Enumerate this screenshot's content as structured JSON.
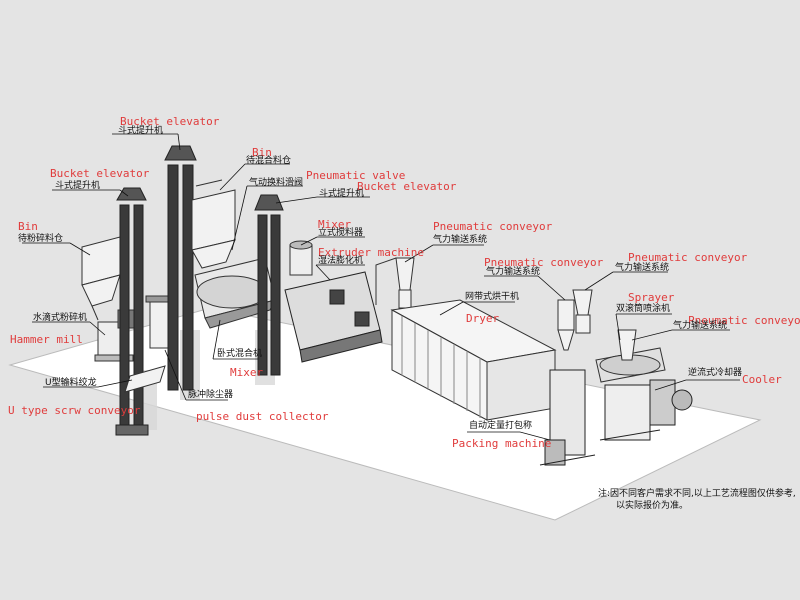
{
  "labels": {
    "bucket_elevator_1_en": "Bucket elevator",
    "bucket_elevator_1_zh": "斗式提升机",
    "bucket_elevator_2_en": "Bucket elevator",
    "bucket_elevator_2_zh": "斗式提升机",
    "bucket_elevator_3_en": "Bucket elevator",
    "bucket_elevator_3_zh": "斗式提升机",
    "bin_1_en": "Bin",
    "bin_1_zh": "待粉碎料仓",
    "bin_2_en": "Bin",
    "bin_2_zh": "待混合料仓",
    "pneumatic_valve_en": "Pneumatic valve",
    "pneumatic_valve_zh": "气动换料滑阀",
    "mixer_top_en": "Mixer",
    "mixer_top_zh": "立式搅料器",
    "extruder_en": "Extruder machine",
    "extruder_zh": "湿法膨化机",
    "hammer_mill_en": "Hammer mill",
    "hammer_mill_zh": "水滴式粉碎机",
    "u_conveyor_en": "U type scrw conveyor",
    "u_conveyor_zh": "U型输料绞龙",
    "mixer_bottom_en": "Mixer",
    "mixer_bottom_zh": "卧式混合机",
    "pulse_en": "pulse dust collector",
    "pulse_zh": "脉冲除尘器",
    "pneumatic_conveyor_1_en": "Pneumatic conveyor",
    "pneumatic_conveyor_1_zh": "气力输送系统",
    "pneumatic_conveyor_2_en": "Pneumatic conveyor",
    "pneumatic_conveyor_2_zh": "气力输送系统",
    "pneumatic_conveyor_3_en": "Pneumatic conveyor",
    "pneumatic_conveyor_3_zh": "气力输送系统",
    "pneumatic_conveyor_4_en": "Pneumatic conveyor",
    "pneumatic_conveyor_4_zh": "气力输送系统",
    "dryer_en": "Dryer",
    "dryer_zh": "网带式烘干机",
    "sprayer_en": "Sprayer",
    "sprayer_zh": "双滚筒喷涂机",
    "cooler_en": "Cooler",
    "cooler_zh": "逆流式冷却器",
    "packing_en": "Packing machine",
    "packing_zh": "自动定量打包称"
  },
  "note": {
    "line1": "注:因不同客户需求不同,以上工艺流程图仅供参考,",
    "line2": "以实际报价为准。"
  },
  "colors": {
    "background": "#e4e4e4",
    "floor": "#ffffff",
    "english_label": "#e03c3c",
    "chinese_label": "#111111",
    "leader_line": "#111111"
  }
}
